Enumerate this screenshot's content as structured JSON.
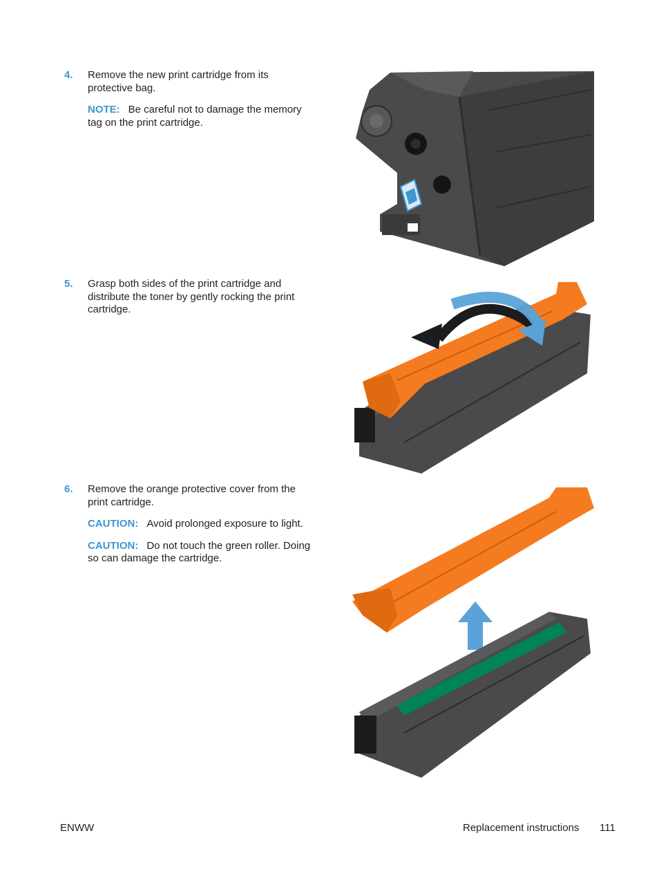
{
  "steps": [
    {
      "number": "4.",
      "text": "Remove the new print cartridge from its protective bag.",
      "notes": [
        {
          "label": "NOTE:",
          "text": "Be careful not to damage the memory tag on the print cartridge."
        }
      ]
    },
    {
      "number": "5.",
      "text": "Grasp both sides of the print cartridge and distribute the toner by gently rocking the print cartridge.",
      "notes": []
    },
    {
      "number": "6.",
      "text": "Remove the orange protective cover from the print cartridge.",
      "notes": [
        {
          "label": "CAUTION:",
          "text": "Avoid prolonged exposure to light."
        },
        {
          "label": "CAUTION:",
          "text": "Do not touch the green roller. Doing so can damage the cartridge."
        }
      ]
    }
  ],
  "footer": {
    "left": "ENWW",
    "section": "Replacement instructions",
    "page": "111"
  },
  "colors": {
    "accent": "#3f96cf",
    "cartridge_dark": "#4a4a4c",
    "cover_orange": "#f47b20",
    "roller_green": "#008457",
    "arrow_blue": "#5aa3d8"
  },
  "icons": [
    "memory-tag-icon",
    "rocking-arrow-icon",
    "lift-arrow-icon"
  ]
}
